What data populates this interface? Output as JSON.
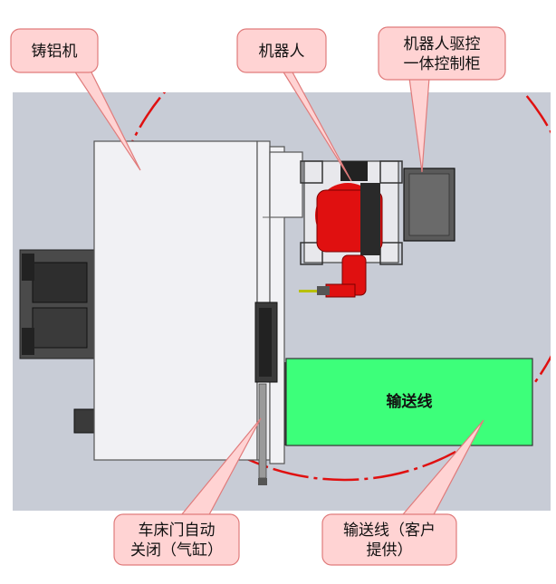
{
  "labels": {
    "casting_machine": "铸铝机",
    "robot": "机器人",
    "robot_cabinet_line1": "机器人驱控",
    "robot_cabinet_line2": "一体控制柜",
    "conveyor": "输送线",
    "door_line1": "车床门自动",
    "door_line2": "关闭（气缸）",
    "conveyor_supply_line1": "输送线（客户",
    "conveyor_supply_line2": "提供）"
  },
  "colors": {
    "floor": "#c8ccd6",
    "callout_fill": "#ffd3d3",
    "callout_stroke": "#e07b7b",
    "conveyor": "#3dff7a",
    "robot": "#e01010",
    "range_circle": "#e01010"
  }
}
